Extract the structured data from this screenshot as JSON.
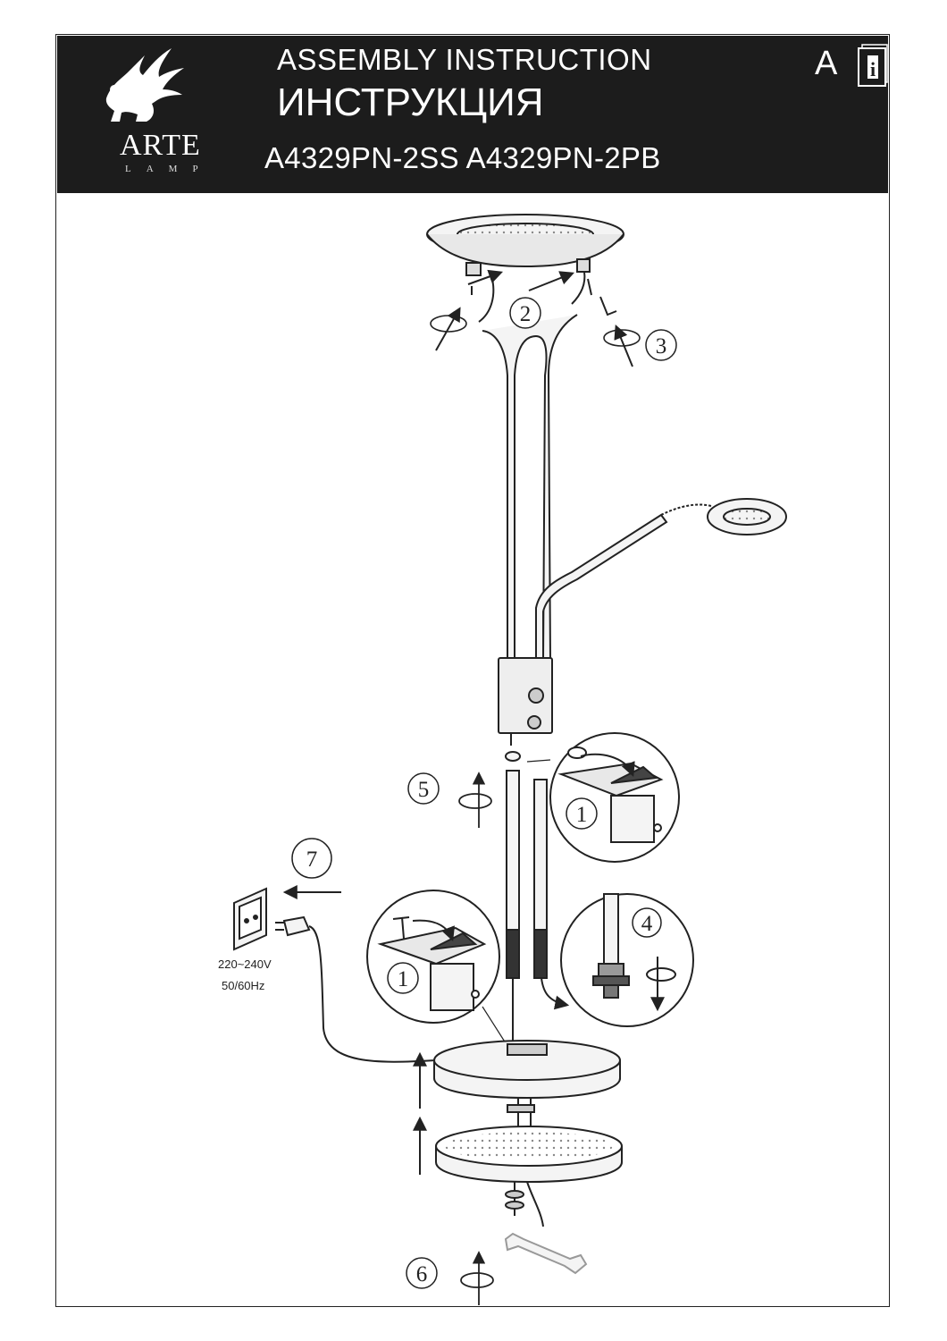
{
  "header": {
    "brand": "ARTE",
    "brand_sub": "LAMP",
    "title_en": "ASSEMBLY  INSTRUCTION",
    "title_ru": "ИНСТРУКЦИЯ",
    "models": "A4329PN-2SS  A4329PN-2PB",
    "lang_letter": "A",
    "info_icon": "info-book-icon"
  },
  "steps": {
    "step1_top": "1",
    "step1_bottom": "1",
    "step2": "2",
    "step3": "3",
    "step4": "4",
    "step5": "5",
    "step6": "6",
    "step7": "7"
  },
  "power": {
    "voltage": "220~240V",
    "frequency": "50/60Hz"
  }
}
